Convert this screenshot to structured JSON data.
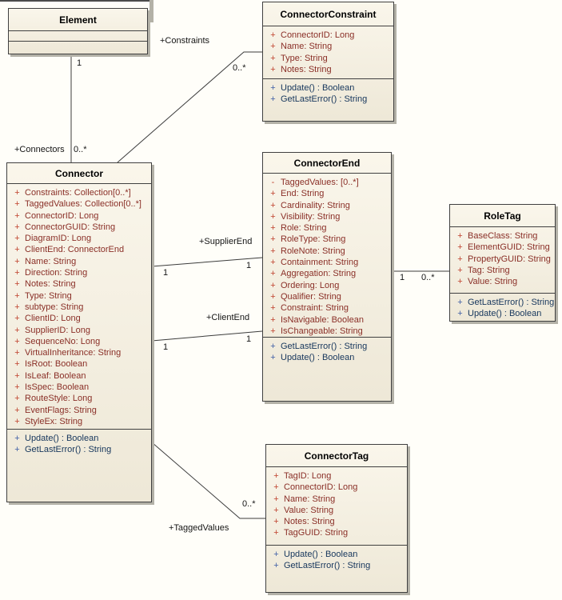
{
  "diagram": {
    "colors": {
      "background": "#FFFEF9",
      "border": "#404040",
      "box_fill_top": "#FAF6EB",
      "box_fill_bottom": "#EEE8D7",
      "attribute_text": "#8A2F27",
      "attribute_vis": "#C0432F",
      "operation_text": "#16365C",
      "operation_vis": "#3F5FA6"
    },
    "classes": {
      "element": {
        "name": "Element",
        "attributes": [],
        "operations": []
      },
      "connectorconstraint": {
        "name": "ConnectorConstraint",
        "attributes": [
          {
            "vis": "+",
            "text": "ConnectorID: Long"
          },
          {
            "vis": "+",
            "text": "Name: String"
          },
          {
            "vis": "+",
            "text": "Type: String"
          },
          {
            "vis": "+",
            "text": "Notes: String"
          }
        ],
        "operations": [
          {
            "vis": "+",
            "text": "Update() : Boolean"
          },
          {
            "vis": "+",
            "text": "GetLastError() : String"
          }
        ]
      },
      "connector": {
        "name": "Connector",
        "attributes": [
          {
            "vis": "+",
            "text": "Constraints: Collection[0..*]"
          },
          {
            "vis": "+",
            "text": "TaggedValues: Collection[0..*]"
          },
          {
            "vis": "+",
            "text": "ConnectorID: Long"
          },
          {
            "vis": "+",
            "text": "ConnectorGUID: String"
          },
          {
            "vis": "+",
            "text": "DiagramID: Long"
          },
          {
            "vis": "+",
            "text": "ClientEnd: ConnectorEnd"
          },
          {
            "vis": "+",
            "text": "Name: String"
          },
          {
            "vis": "+",
            "text": "Direction: String"
          },
          {
            "vis": "+",
            "text": "Notes: String"
          },
          {
            "vis": "+",
            "text": "Type: String"
          },
          {
            "vis": "+",
            "text": "subtype: String"
          },
          {
            "vis": "+",
            "text": "ClientID: Long"
          },
          {
            "vis": "+",
            "text": "SupplierID: Long"
          },
          {
            "vis": "+",
            "text": "SequenceNo: Long"
          },
          {
            "vis": "+",
            "text": "VirtualInheritance: String"
          },
          {
            "vis": "+",
            "text": "IsRoot: Boolean"
          },
          {
            "vis": "+",
            "text": "IsLeaf: Boolean"
          },
          {
            "vis": "+",
            "text": "IsSpec: Boolean"
          },
          {
            "vis": "+",
            "text": "RouteStyle: Long"
          },
          {
            "vis": "+",
            "text": "EventFlags: String"
          },
          {
            "vis": "+",
            "text": "StyleEx: String"
          }
        ],
        "operations": [
          {
            "vis": "+",
            "text": "Update() : Boolean"
          },
          {
            "vis": "+",
            "text": "GetLastError() : String"
          }
        ]
      },
      "connectorend": {
        "name": "ConnectorEnd",
        "attributes": [
          {
            "vis": "-",
            "text": "TaggedValues: [0..*]"
          },
          {
            "vis": "+",
            "text": "End: String"
          },
          {
            "vis": "+",
            "text": "Cardinality: String"
          },
          {
            "vis": "+",
            "text": "Visibility: String"
          },
          {
            "vis": "+",
            "text": "Role: String"
          },
          {
            "vis": "+",
            "text": "RoleType: String"
          },
          {
            "vis": "+",
            "text": "RoleNote: String"
          },
          {
            "vis": "+",
            "text": "Containment: String"
          },
          {
            "vis": "+",
            "text": "Aggregation: String"
          },
          {
            "vis": "+",
            "text": "Ordering: Long"
          },
          {
            "vis": "+",
            "text": "Qualifier: String"
          },
          {
            "vis": "+",
            "text": "Constraint: String"
          },
          {
            "vis": "+",
            "text": "IsNavigable: Boolean"
          },
          {
            "vis": "+",
            "text": "IsChangeable: String"
          }
        ],
        "operations": [
          {
            "vis": "+",
            "text": "GetLastError() : String"
          },
          {
            "vis": "+",
            "text": "Update() : Boolean"
          }
        ]
      },
      "roletag": {
        "name": "RoleTag",
        "attributes": [
          {
            "vis": "+",
            "text": "BaseClass: String"
          },
          {
            "vis": "+",
            "text": "ElementGUID: String"
          },
          {
            "vis": "+",
            "text": "PropertyGUID: String"
          },
          {
            "vis": "+",
            "text": "Tag: String"
          },
          {
            "vis": "+",
            "text": "Value: String"
          }
        ],
        "operations": [
          {
            "vis": "+",
            "text": "GetLastError() : String"
          },
          {
            "vis": "+",
            "text": "Update() : Boolean"
          }
        ]
      },
      "connectortag": {
        "name": "ConnectorTag",
        "attributes": [
          {
            "vis": "+",
            "text": "TagID: Long"
          },
          {
            "vis": "+",
            "text": "ConnectorID: Long"
          },
          {
            "vis": "+",
            "text": "Name: String"
          },
          {
            "vis": "+",
            "text": "Value: String"
          },
          {
            "vis": "+",
            "text": "Notes: String"
          },
          {
            "vis": "+",
            "text": "TagGUID: String"
          }
        ],
        "operations": [
          {
            "vis": "+",
            "text": "Update() : Boolean"
          },
          {
            "vis": "+",
            "text": "GetLastError() : String"
          }
        ]
      }
    },
    "relationships": {
      "connectors": {
        "name": "+Connectors",
        "source_mult": "1",
        "target_mult": "0..*"
      },
      "constraints": {
        "name": "+Constraints",
        "target_mult": "0..*"
      },
      "supplier_end": {
        "name": "+SupplierEnd",
        "source_mult": "1",
        "target_mult": "1"
      },
      "client_end": {
        "name": "+ClientEnd",
        "source_mult": "1",
        "target_mult": "1"
      },
      "role_tag": {
        "source_mult": "1",
        "target_mult": "0..*"
      },
      "tagged_values": {
        "name": "+TaggedValues",
        "target_mult": "0..*"
      }
    }
  }
}
